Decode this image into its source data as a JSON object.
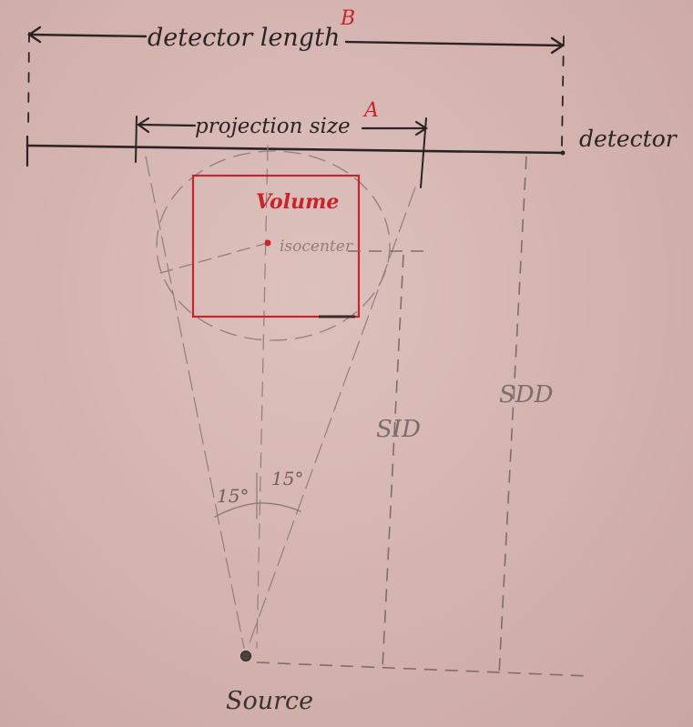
{
  "labels": {
    "detector_length": "detector length",
    "detector_length_marker": "B",
    "projection_size": "projection size",
    "projection_size_marker": "A",
    "detector": "detector",
    "volume": "Volume",
    "isocenter": "isocenter",
    "sid": "SID",
    "sdd": "SDD",
    "angle_left": "15°",
    "angle_right": "15°",
    "source": "Source"
  },
  "colors": {
    "ink": "#2b2423",
    "accent_red": "#c8242c",
    "pencil": "#8f7f7d",
    "paper": "#d6b5b1"
  }
}
